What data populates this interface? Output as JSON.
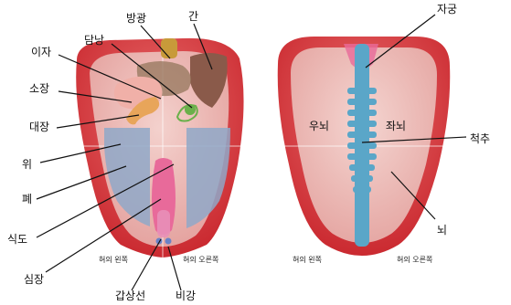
{
  "left_tongue": {
    "labels": {
      "bladder": "방광",
      "liver": "간",
      "gallbladder": "담낭",
      "pancreas": "이자",
      "small_intestine": "소장",
      "large_intestine": "대장",
      "stomach": "위",
      "lungs": "폐",
      "esophagus": "식도",
      "heart": "심장",
      "thyroid": "갑상선",
      "nose": "비강"
    },
    "side_left": "혀의 왼쪽",
    "side_right": "혀의 오른쪽"
  },
  "right_tongue": {
    "labels": {
      "uterus": "자궁",
      "right_brain": "우뇌",
      "left_brain": "좌뇌",
      "spine": "척추",
      "brain": "뇌"
    },
    "side_left": "혀의 왼쪽",
    "side_right": "혀의 오른쪽"
  },
  "colors": {
    "tongue_red": "#d9383f",
    "tongue_inner": "#eec9c4",
    "lung_blue": "#8fa8c8",
    "organ_pink": "#e86a9a",
    "liver_brown": "#8a5a4a",
    "intestine_orange": "#e8a55a",
    "spine_blue": "#5aa6c8"
  }
}
